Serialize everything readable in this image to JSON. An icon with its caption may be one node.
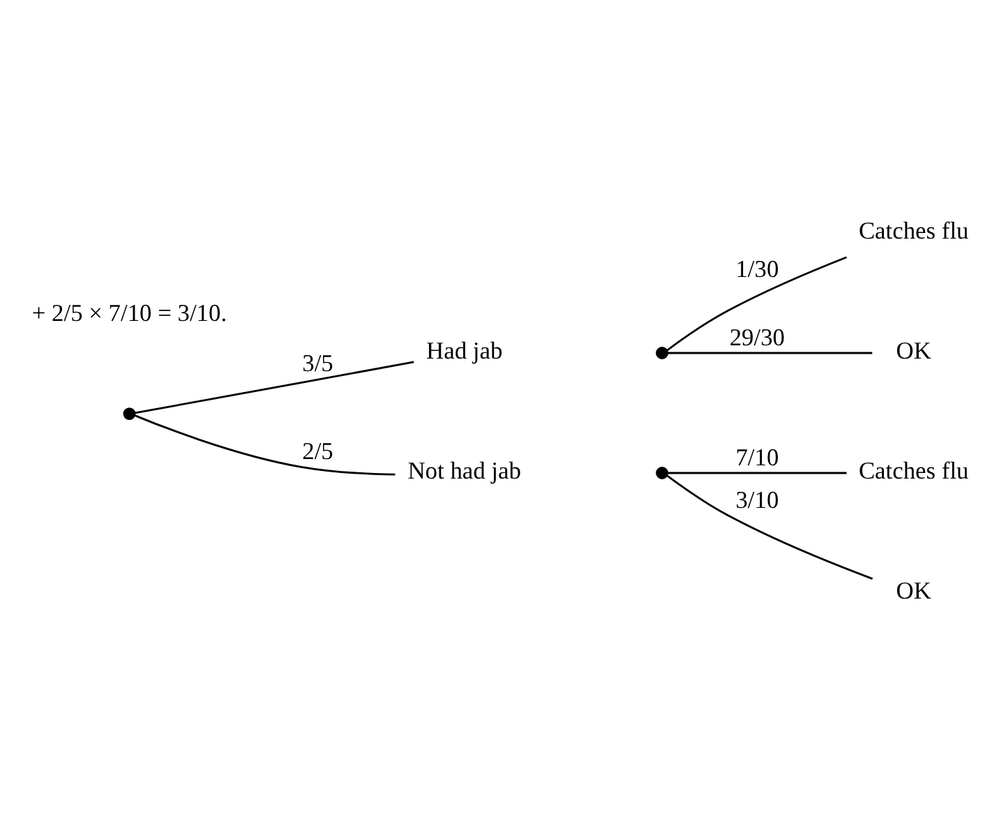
{
  "diagram": {
    "nodes": [
      {
        "text": [],
        "shape": "circle"
      },
      {
        "text": [
          "Had jab"
        ]
      },
      {
        "text": [
          "Not had jab"
        ]
      },
      {
        "text": [],
        "shape": "circle"
      },
      {
        "text": [
          "Catches flu"
        ]
      },
      {
        "text": [
          "OK"
        ]
      },
      {
        "text": [],
        "shape": "circle"
      },
      {
        "text": [
          "Catches flu"
        ]
      },
      {
        "text": [
          "OK"
        ]
      }
    ],
    "edges": [
      {
        "from": 0,
        "to": 1,
        "arrow": "none",
        "label": "3/5"
      },
      {
        "from": 0,
        "to": 2,
        "arrow": "none",
        "label": "2/5"
      },
      {
        "from": 3,
        "to": 4,
        "arrow": "none",
        "label": "1/30"
      },
      {
        "from": 3,
        "to": 5,
        "arrow": "none",
        "label": "29/30"
      },
      {
        "from": 6,
        "to": 7,
        "arrow": "none",
        "label": "7/10"
      },
      {
        "from": 6,
        "to": 8,
        "arrow": "none",
        "label": "3/10"
      }
    ],
    "labels": [
      "+ 2/5 × 7/10 = 3/10."
    ]
  }
}
